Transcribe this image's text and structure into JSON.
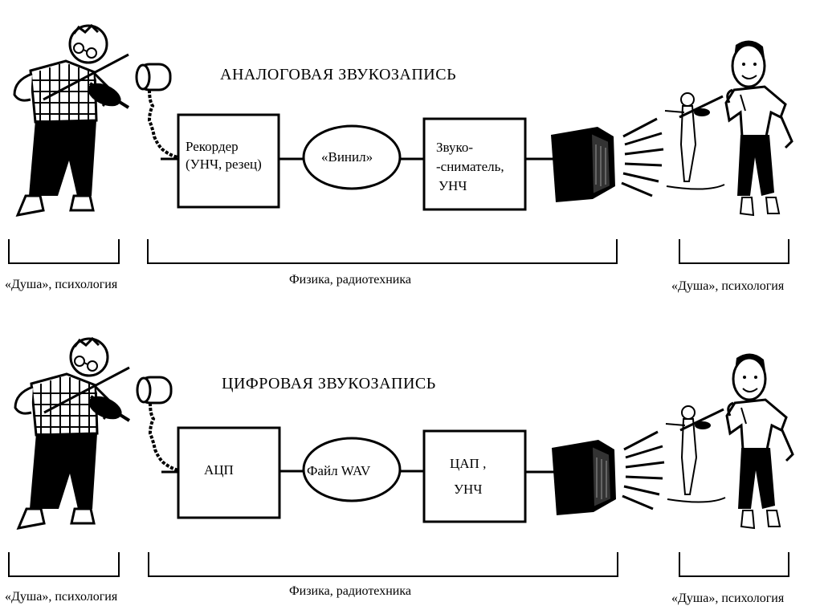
{
  "analog": {
    "title": "АНАЛОГОВАЯ ЗВУКОЗАПИСЬ",
    "box1": [
      "Рекордер",
      "(УНЧ, резец)"
    ],
    "medium": "«Винил»",
    "box2": [
      "Звуко-",
      "-сниматель,",
      "УНЧ"
    ],
    "caption_left": "«Душа», психология",
    "caption_center": "Физика, радиотехника",
    "caption_right": "«Душа», психология"
  },
  "digital": {
    "title": "ЦИФРОВАЯ ЗВУКОЗАПИСЬ",
    "box1": [
      "АЦП"
    ],
    "medium": "Файл WAV",
    "box2": [
      "ЦАП ,",
      "УНЧ"
    ],
    "caption_left": "«Душа», психология",
    "caption_center": "Физика, радиотехника",
    "caption_right": "«Душа», психология"
  },
  "colors": {
    "ink": "#000000",
    "background": "#ffffff"
  }
}
